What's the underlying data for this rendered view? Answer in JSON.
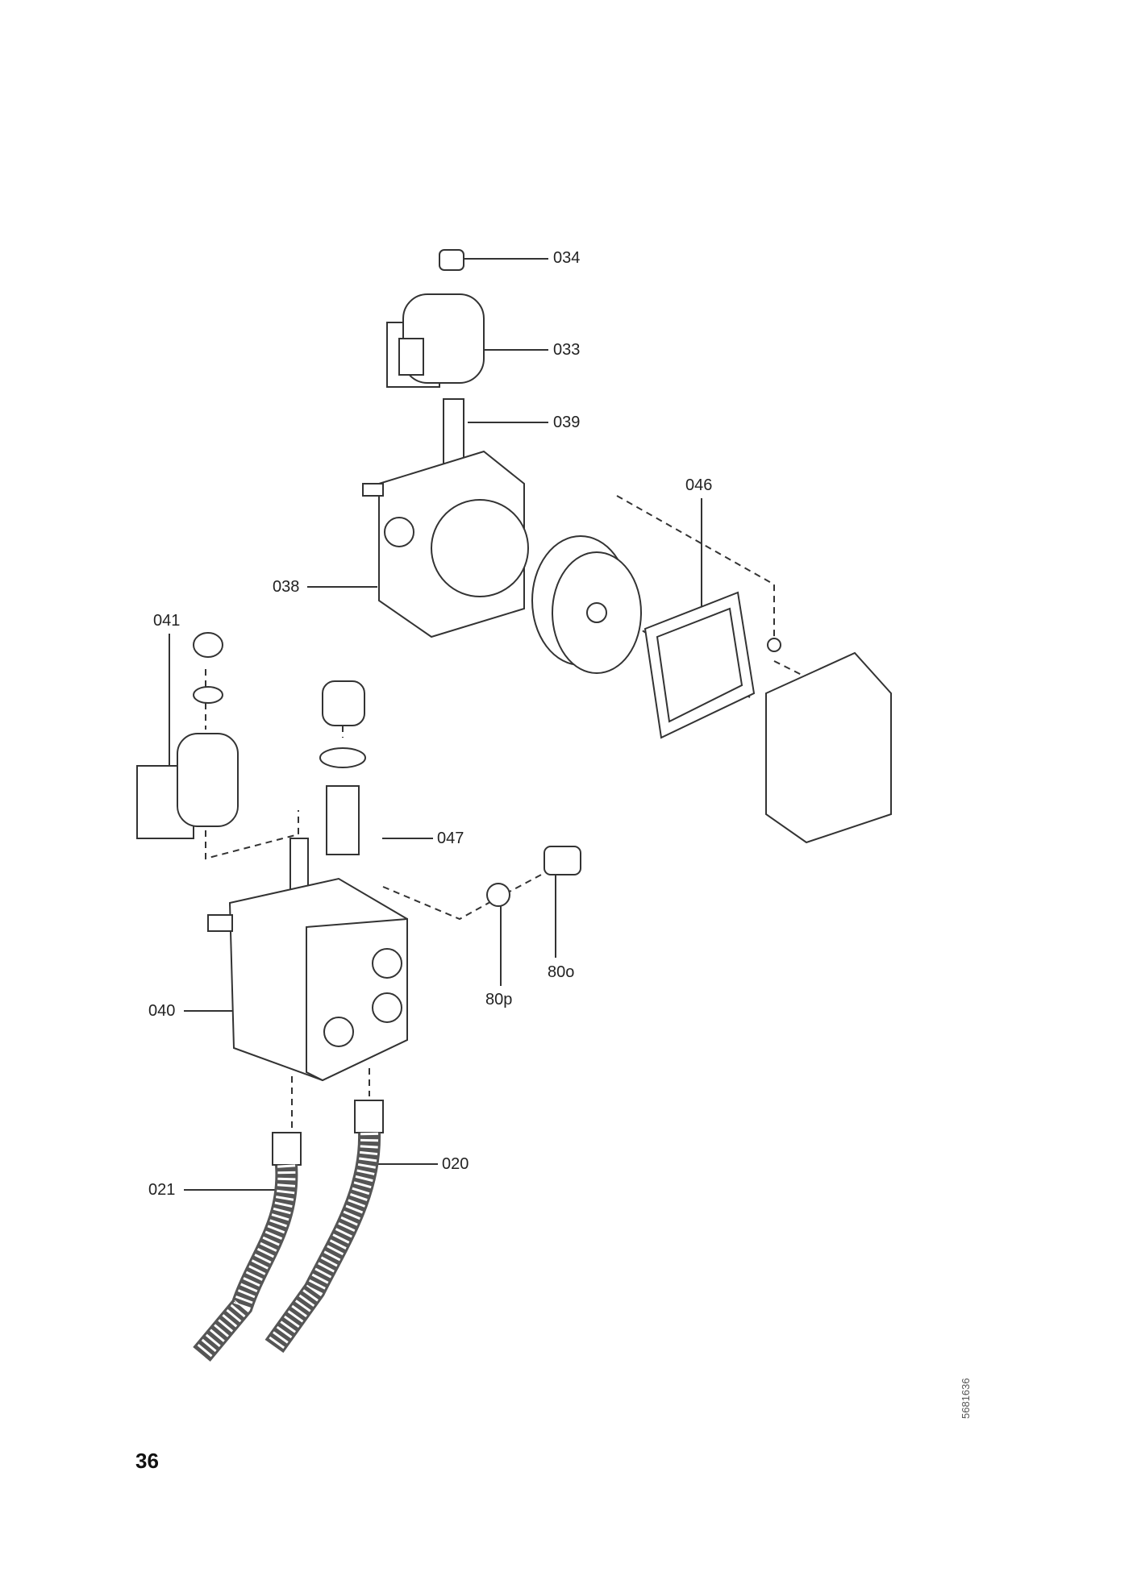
{
  "labels": {
    "p034": "034",
    "p033": "033",
    "p039": "039",
    "p046": "046",
    "p038": "038",
    "p041": "041",
    "p047": "047",
    "p80p": "80p",
    "p80o": "80o",
    "p040": "040",
    "p021": "021",
    "p020": "020"
  },
  "page_number": "36",
  "drawing_code": "5681636"
}
